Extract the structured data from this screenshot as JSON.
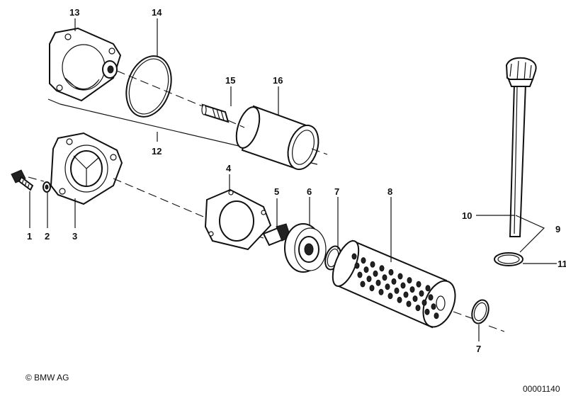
{
  "callouts": {
    "c1": "1",
    "c2": "2",
    "c3": "3",
    "c4": "4",
    "c5": "5",
    "c6": "6",
    "c7a": "7",
    "c7b": "7",
    "c8": "8",
    "c9": "9",
    "c10": "10",
    "c11": "11",
    "c12": "12",
    "c13": "13",
    "c14": "14",
    "c15": "15",
    "c16": "16"
  },
  "footer": {
    "copyright": "© BMW AG",
    "diagram_number": "00001140"
  }
}
